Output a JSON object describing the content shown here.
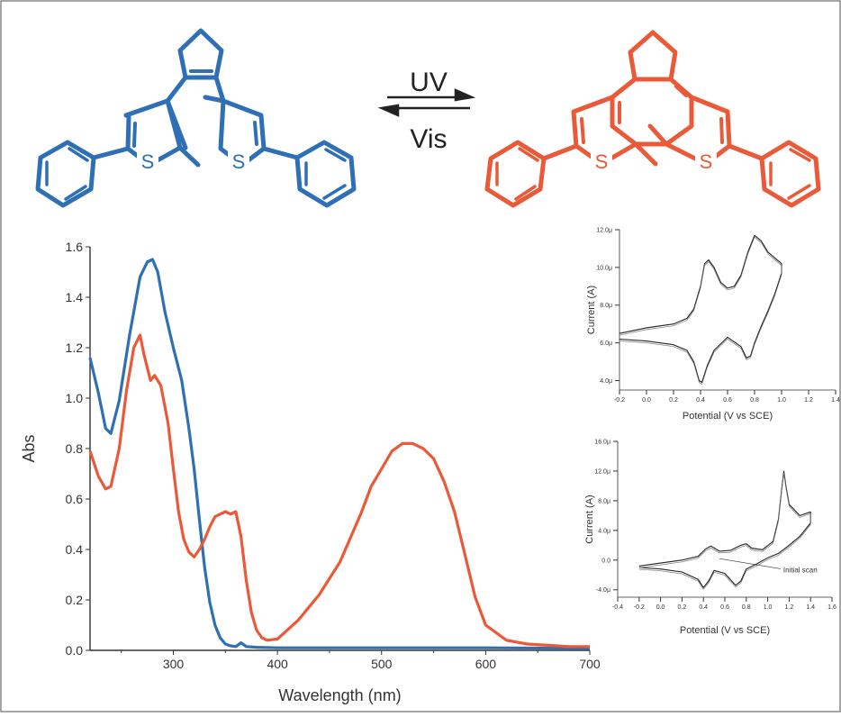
{
  "scheme": {
    "arrow_top_label": "UV",
    "arrow_bottom_label": "Vis",
    "open_form_color": "#2e6fb5",
    "closed_form_color": "#ea5a38",
    "sulfur_label": "S"
  },
  "chart_data": [
    {
      "type": "line",
      "xlabel": "Wavelength (nm)",
      "ylabel": "Abs",
      "xlim": [
        220,
        700
      ],
      "ylim": [
        0,
        1.6
      ],
      "xticks": [
        "300",
        "400",
        "500",
        "600",
        "700"
      ],
      "yticks": [
        "0.0",
        "0.2",
        "0.4",
        "0.6",
        "0.8",
        "1.0",
        "1.2",
        "1.4",
        "1.6"
      ],
      "grid": false,
      "series": [
        {
          "color": "#2e6fb5",
          "x": [
            220,
            228,
            235,
            240,
            248,
            258,
            268,
            275,
            280,
            285,
            292,
            300,
            308,
            315,
            320,
            325,
            330,
            335,
            340,
            345,
            350,
            355,
            360,
            365,
            370,
            380,
            400,
            500,
            600,
            700
          ],
          "y": [
            1.16,
            1.02,
            0.88,
            0.86,
            0.99,
            1.25,
            1.48,
            1.54,
            1.55,
            1.5,
            1.34,
            1.2,
            1.07,
            0.88,
            0.72,
            0.52,
            0.33,
            0.19,
            0.1,
            0.05,
            0.025,
            0.018,
            0.015,
            0.03,
            0.015,
            0.012,
            0.01,
            0.01,
            0.01,
            0.008
          ]
        },
        {
          "color": "#ea5a38",
          "x": [
            220,
            228,
            235,
            240,
            248,
            255,
            262,
            268,
            272,
            278,
            282,
            288,
            295,
            300,
            305,
            310,
            315,
            320,
            325,
            330,
            335,
            340,
            345,
            350,
            355,
            360,
            365,
            370,
            375,
            380,
            385,
            390,
            400,
            420,
            440,
            460,
            480,
            490,
            500,
            510,
            520,
            530,
            540,
            550,
            560,
            570,
            580,
            590,
            600,
            620,
            640,
            660,
            680,
            700
          ],
          "y": [
            0.79,
            0.69,
            0.64,
            0.65,
            0.8,
            1.03,
            1.2,
            1.25,
            1.17,
            1.07,
            1.09,
            1.05,
            0.9,
            0.72,
            0.55,
            0.44,
            0.39,
            0.37,
            0.4,
            0.44,
            0.49,
            0.53,
            0.54,
            0.55,
            0.54,
            0.55,
            0.45,
            0.28,
            0.15,
            0.08,
            0.05,
            0.04,
            0.045,
            0.12,
            0.22,
            0.35,
            0.54,
            0.65,
            0.72,
            0.79,
            0.82,
            0.82,
            0.8,
            0.76,
            0.67,
            0.55,
            0.38,
            0.21,
            0.1,
            0.04,
            0.025,
            0.02,
            0.015,
            0.015
          ]
        }
      ]
    },
    {
      "type": "line",
      "xlabel": "Potential (V vs SCE)",
      "ylabel": "Current (A)",
      "xlim": [
        -0.2,
        1.4
      ],
      "ylim": [
        3.5,
        12
      ],
      "xticks": [
        "-0.2",
        "0.0",
        "0.2",
        "0.4",
        "0.6",
        "0.8",
        "1.0",
        "1.2",
        "1.4"
      ],
      "yticks": [
        "4.0μ",
        "6.0μ",
        "8.0μ",
        "10.0μ",
        "12.0μ"
      ],
      "yticks_values": [
        4,
        6,
        8,
        10,
        12
      ],
      "grid": false,
      "series": [
        {
          "color": "#222222",
          "x": [
            -0.2,
            0.0,
            0.2,
            0.3,
            0.35,
            0.4,
            0.43,
            0.46,
            0.5,
            0.55,
            0.6,
            0.65,
            0.7,
            0.75,
            0.8,
            0.85,
            0.9,
            1.0,
            1.0,
            0.95,
            0.9,
            0.85,
            0.8,
            0.77,
            0.74,
            0.7,
            0.6,
            0.5,
            0.45,
            0.41,
            0.39,
            0.35,
            0.3,
            0.2,
            0.0,
            -0.2
          ],
          "y": [
            6.5,
            6.8,
            7.0,
            7.3,
            7.8,
            9.0,
            10.2,
            10.4,
            10.0,
            9.2,
            8.9,
            9.0,
            9.6,
            10.8,
            11.7,
            11.4,
            10.8,
            10.2,
            9.7,
            8.6,
            7.7,
            6.9,
            6.0,
            5.3,
            5.2,
            5.8,
            6.3,
            5.6,
            4.8,
            3.9,
            4.0,
            5.0,
            5.6,
            5.9,
            6.1,
            6.2
          ]
        }
      ]
    },
    {
      "type": "line",
      "xlabel": "Potential (V vs SCE)",
      "ylabel": "Current (A)",
      "xlim": [
        -0.4,
        1.6
      ],
      "ylim": [
        -5,
        16
      ],
      "xticks": [
        "-0.4",
        "-0.2",
        "0.0",
        "0.2",
        "0.4",
        "0.6",
        "0.8",
        "1.0",
        "1.2",
        "1.4",
        "1.6"
      ],
      "yticks": [
        "-4.0μ",
        "0.0",
        "4.0μ",
        "8.0μ",
        "12.0μ",
        "16.0μ"
      ],
      "yticks_values": [
        -4,
        0,
        4,
        8,
        12,
        16
      ],
      "grid": false,
      "annotation": "Initial scan",
      "series": [
        {
          "color": "#222222",
          "x": [
            -0.2,
            0.0,
            0.2,
            0.35,
            0.42,
            0.47,
            0.55,
            0.65,
            0.75,
            0.8,
            0.85,
            0.95,
            1.05,
            1.1,
            1.13,
            1.15,
            1.17,
            1.2,
            1.3,
            1.4,
            1.4,
            1.3,
            1.2,
            1.1,
            1.0,
            0.9,
            0.8,
            0.75,
            0.7,
            0.6,
            0.5,
            0.45,
            0.4,
            0.35,
            0.2,
            0.0,
            -0.2
          ],
          "y": [
            -0.8,
            -0.4,
            0.0,
            0.5,
            1.5,
            1.9,
            1.2,
            1.3,
            2.0,
            2.2,
            1.6,
            1.4,
            2.5,
            5.5,
            9.5,
            12.0,
            10.0,
            7.5,
            6.0,
            6.5,
            5.0,
            3.2,
            2.0,
            0.9,
            0.3,
            -0.5,
            -1.2,
            -2.8,
            -3.4,
            -1.8,
            -1.4,
            -2.8,
            -3.7,
            -2.6,
            -1.6,
            -1.2,
            -1.0
          ]
        }
      ]
    }
  ]
}
